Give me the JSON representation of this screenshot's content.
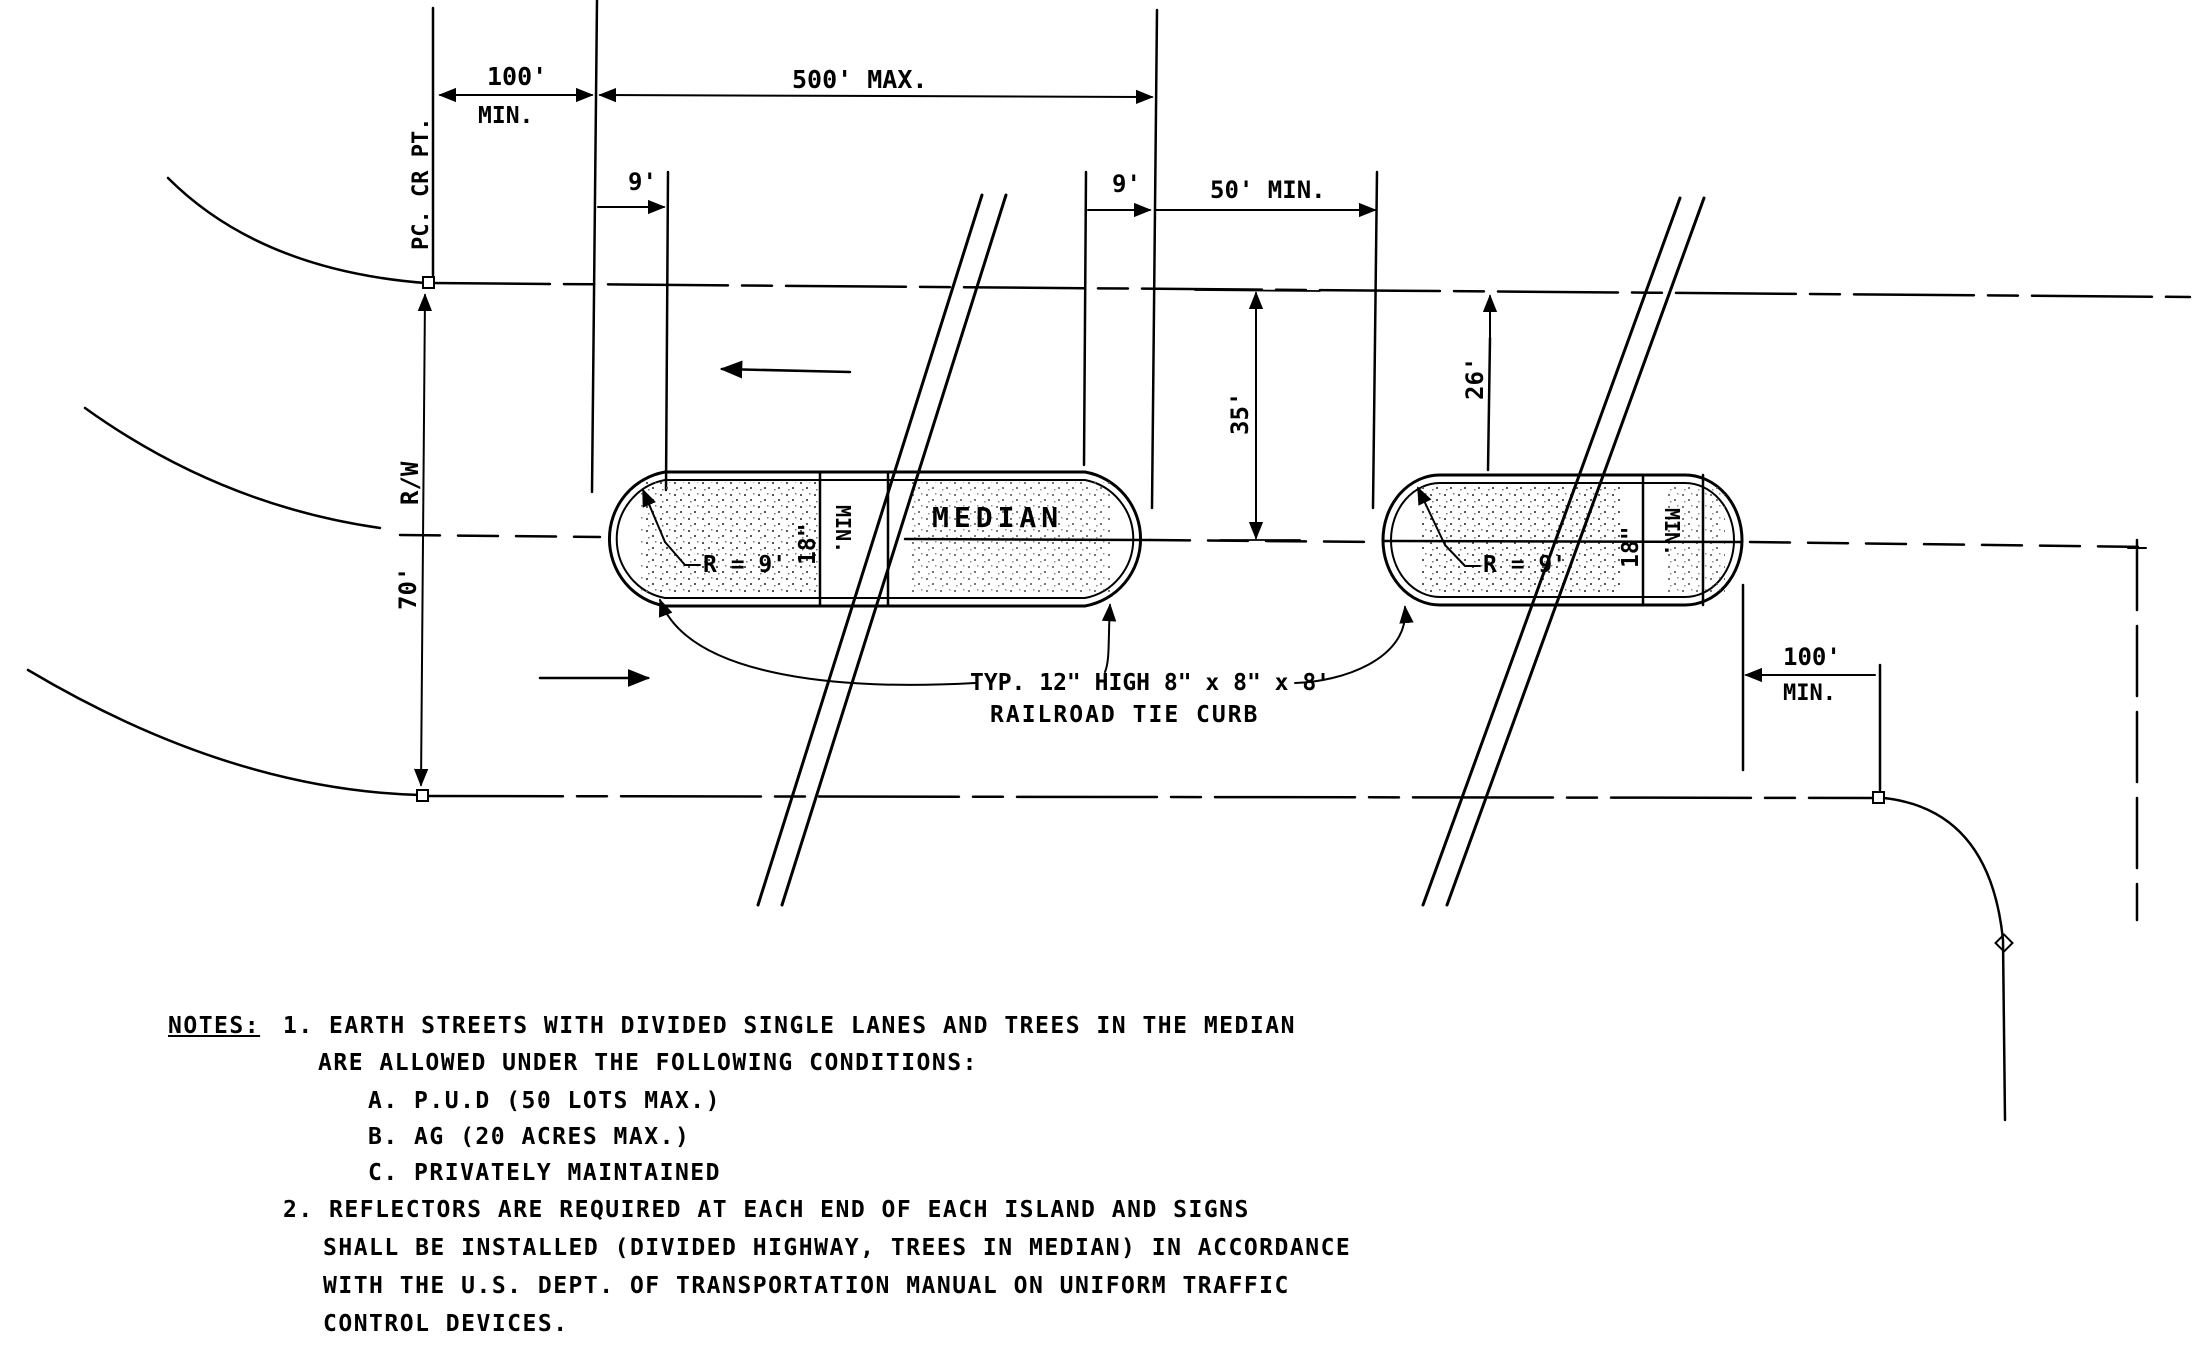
{
  "dimensions": {
    "min_100_top": {
      "value": "100'",
      "sub": "MIN."
    },
    "max_500": "500' MAX.",
    "offset_9_left": "9'",
    "offset_9_right": "9'",
    "min_50": "50' MIN.",
    "pc_cr_pt": "PC. CR PT.",
    "rw": "R/W",
    "width_70": "70'",
    "dist_35": "35'",
    "dist_26": "26'",
    "median_18_left": "18\"",
    "median_min_left": "MIN.",
    "median_18_right": "18\"",
    "median_min_right": "MIN.",
    "radius_left": "R = 9'",
    "radius_right": "R = 9'",
    "min_100_bottom": {
      "value": "100'",
      "sub": "MIN."
    }
  },
  "median_label": "MEDIAN",
  "curb_callout": {
    "line1": "TYP. 12\" HIGH 8\" x 8\" x 8'",
    "line2": "RAILROAD TIE CURB"
  },
  "notes": {
    "heading": "NOTES:",
    "n1_line1": "1. EARTH STREETS WITH DIVIDED SINGLE LANES AND TREES IN THE MEDIAN",
    "n1_line2": "ARE ALLOWED UNDER THE FOLLOWING CONDITIONS:",
    "n1_a": "A.  P.U.D (50 LOTS MAX.)",
    "n1_b": "B.  AG  (20 ACRES  MAX.)",
    "n1_c": "C.  PRIVATELY  MAINTAINED",
    "n2_line1": "2. REFLECTORS ARE REQUIRED AT EACH END OF EACH ISLAND AND SIGNS",
    "n2_line2": "SHALL BE INSTALLED (DIVIDED HIGHWAY, TREES IN MEDIAN) IN ACCORDANCE",
    "n2_line3": "WITH THE U.S. DEPT. OF TRANSPORTATION MANUAL ON UNIFORM TRAFFIC",
    "n2_line4": "CONTROL DEVICES."
  }
}
